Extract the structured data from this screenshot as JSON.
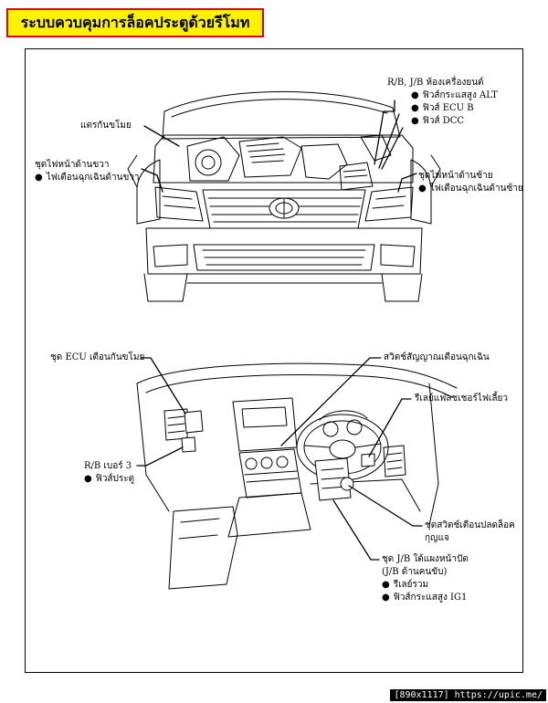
{
  "title": "ระบบควบคุมการล็อคประตูด้วยรีโมท",
  "watermark": "[890x1117] https://upic.me/",
  "engine_bay": {
    "rb_jb_engine": {
      "heading": "R/B, J/B ห้องเครื่องยนต์",
      "items": [
        "ฟิวส์กระแสสูง ALT",
        "ฟิวส์ ECU B",
        "ฟิวส์ DCC"
      ]
    },
    "anti_theft_horn": "แตรกันขโมย",
    "right_headlight": {
      "heading": "ชุดไฟหน้าด้านขวา",
      "items": [
        "ไฟเตือนฉุกเฉินด้านขวา"
      ]
    },
    "left_headlight": {
      "heading": "ชุดไฟหน้าด้านซ้าย",
      "items": [
        "ไฟเตือนฉุกเฉินด้านซ้าย"
      ]
    }
  },
  "cabin": {
    "anti_theft_ecu": "ชุด ECU เตือนกันขโมย",
    "hazard_switch": "สวิตช์สัญญาณเตือนฉุกเฉิน",
    "flasher_relay": "รีเลย์แฟลชเชอร์ไฟเลี้ยว",
    "rb_no3": {
      "heading": "R/B เบอร์ 3",
      "items": [
        "ฟิวส์ประตู"
      ]
    },
    "unlock_warning_switch": [
      "ชุดสวิตช์เตือนปลดล็อค",
      "กุญแจ"
    ],
    "jb_under_dash": {
      "heading": [
        "ชุด J/B ใต้แผงหน้าปัด",
        "(J/B ด้านคนขับ)"
      ],
      "items": [
        "รีเลย์รวม",
        "ฟิวส์กระแสสูง IG1"
      ]
    }
  },
  "bullet": "●"
}
